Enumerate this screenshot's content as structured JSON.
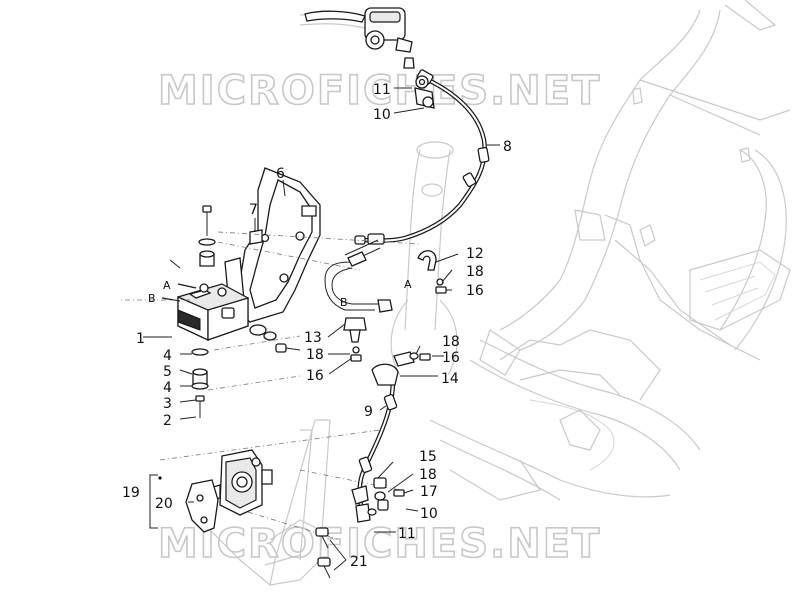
{
  "watermarks": [
    "MICROFICHES.NET",
    "MICROFICHES.NET"
  ],
  "connection_letters": {
    "a_top": "A",
    "b_left": "B",
    "b_mid": "B",
    "a_right": "A"
  },
  "callouts": [
    {
      "id": "c1",
      "label": "1"
    },
    {
      "id": "c2",
      "label": "2"
    },
    {
      "id": "c3",
      "label": "3"
    },
    {
      "id": "c4a",
      "label": "4"
    },
    {
      "id": "c4b",
      "label": "4"
    },
    {
      "id": "c5",
      "label": "5"
    },
    {
      "id": "c6",
      "label": "6"
    },
    {
      "id": "c7",
      "label": "7"
    },
    {
      "id": "c8",
      "label": "8"
    },
    {
      "id": "c9",
      "label": "9"
    },
    {
      "id": "c10a",
      "label": "10"
    },
    {
      "id": "c10b",
      "label": "10"
    },
    {
      "id": "c11a",
      "label": "11"
    },
    {
      "id": "c11b",
      "label": "11"
    },
    {
      "id": "c12",
      "label": "12"
    },
    {
      "id": "c13",
      "label": "13"
    },
    {
      "id": "c14",
      "label": "14"
    },
    {
      "id": "c15",
      "label": "15"
    },
    {
      "id": "c16a",
      "label": "16"
    },
    {
      "id": "c16b",
      "label": "16"
    },
    {
      "id": "c16c",
      "label": "16"
    },
    {
      "id": "c17",
      "label": "17"
    },
    {
      "id": "c18a",
      "label": "18"
    },
    {
      "id": "c18b",
      "label": "18"
    },
    {
      "id": "c18c",
      "label": "18"
    },
    {
      "id": "c18d",
      "label": "18"
    },
    {
      "id": "c19",
      "label": "19"
    },
    {
      "id": "c20",
      "label": "20"
    },
    {
      "id": "c21",
      "label": "21"
    }
  ]
}
